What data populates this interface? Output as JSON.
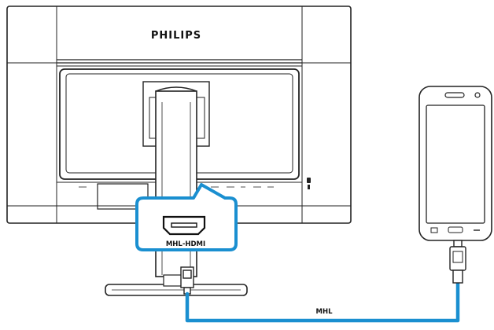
{
  "monitor": {
    "brand": "PHILIPS",
    "port_label": "MHL-HDMI"
  },
  "cable": {
    "label": "MHL",
    "color": "#1a8fd0"
  },
  "colors": {
    "line": "#222222",
    "accent": "#1a8fd0"
  },
  "icons": {
    "lock": "kensington-lock-icon",
    "hdmi": "hdmi-port-icon"
  }
}
